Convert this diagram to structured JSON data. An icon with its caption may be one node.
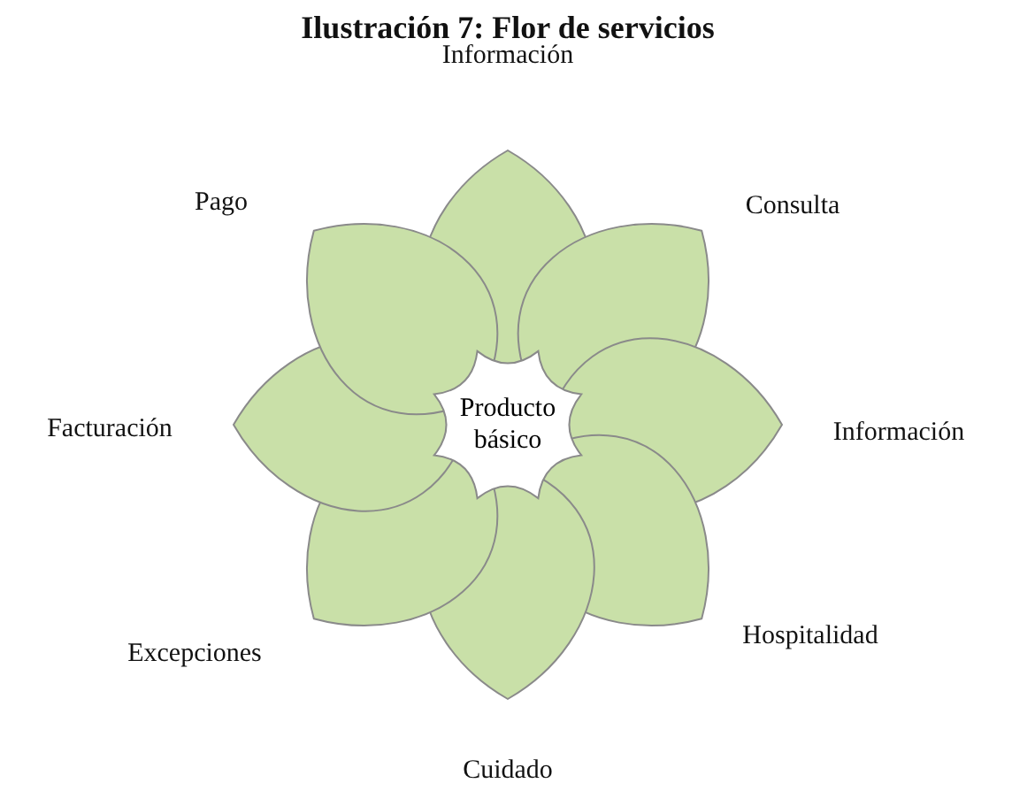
{
  "diagram": {
    "title": "Ilustración 7: Flor de servicios",
    "nodes": [
      {
        "text": [
          "Producto básico"
        ]
      }
    ],
    "labels": [
      "Información",
      "Pago",
      "Consulta",
      "Facturación",
      "Información",
      "Excepciones",
      "Hospitalidad",
      "Cuidado"
    ]
  }
}
